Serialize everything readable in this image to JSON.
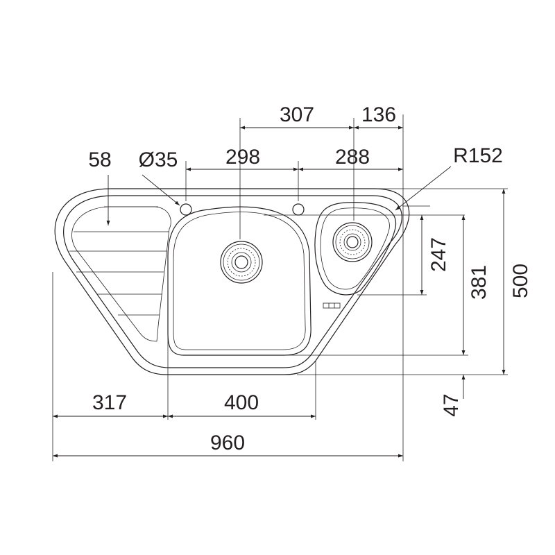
{
  "dimensions": {
    "d307": "307",
    "d136": "136",
    "d58": "58",
    "d35": "Ø35",
    "d298": "298",
    "d288": "288",
    "r152": "R152",
    "d247": "247",
    "d381": "381",
    "d500": "500",
    "d317": "317",
    "d400": "400",
    "d960": "960",
    "d47": "47"
  }
}
